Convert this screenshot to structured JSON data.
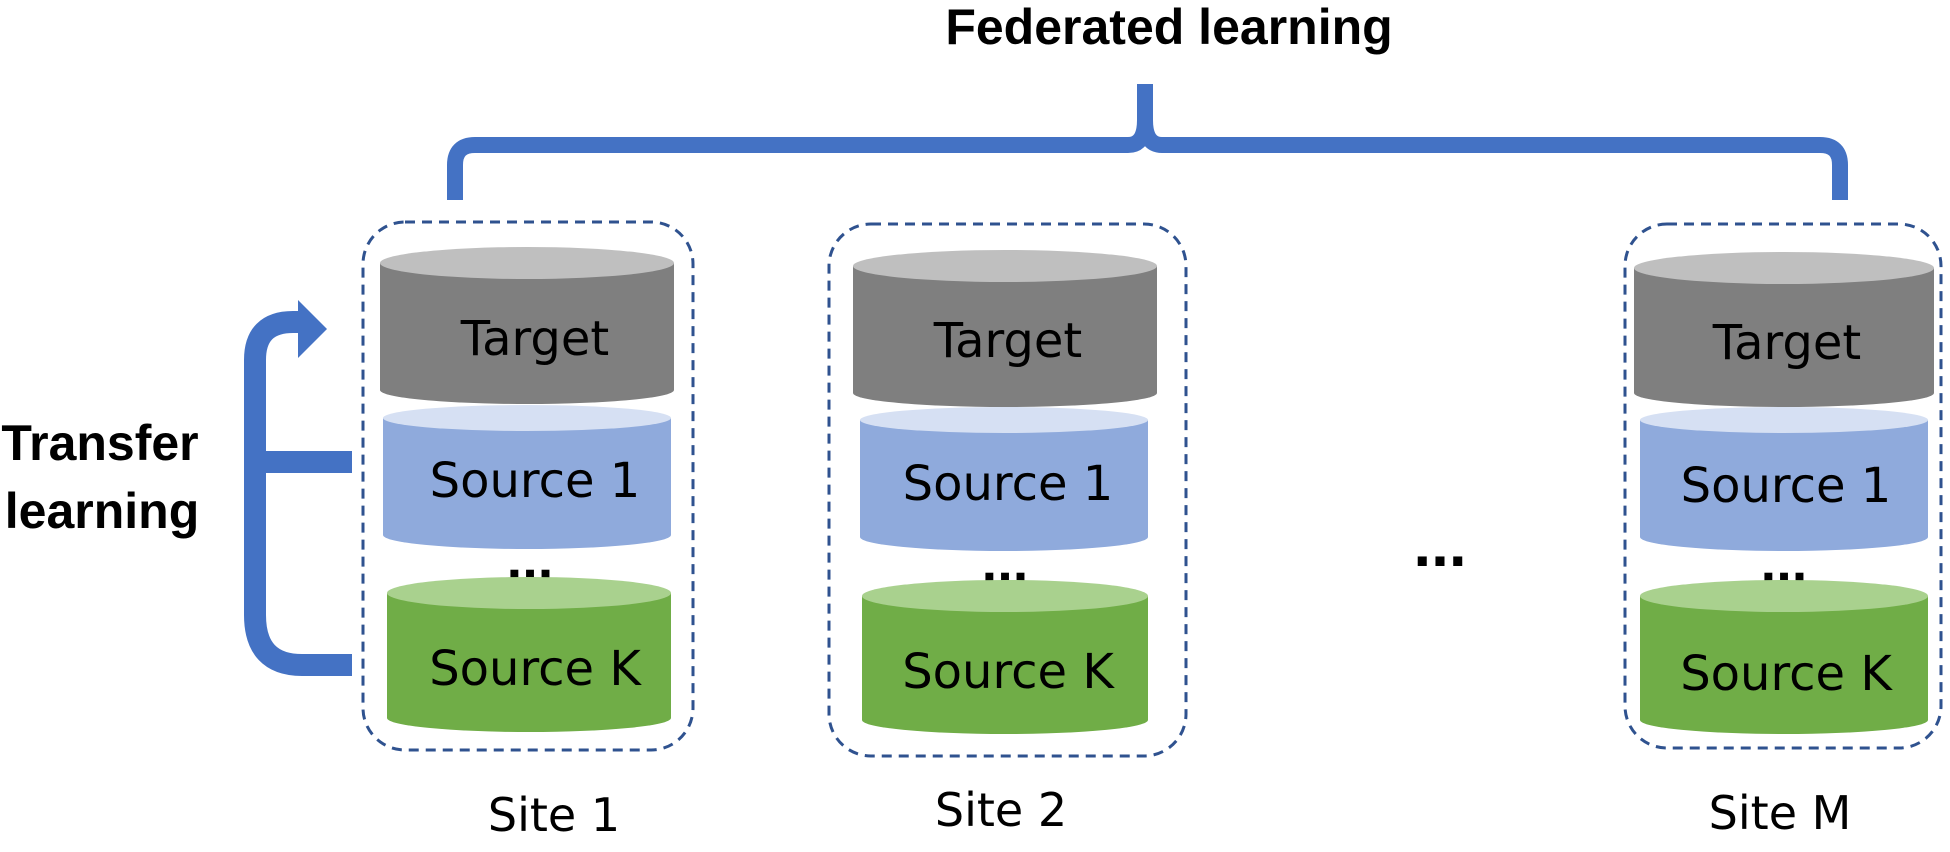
{
  "title": "Federated learning",
  "side_label": {
    "line1": "Transfer",
    "line2": "learning"
  },
  "ellipsis": "...",
  "colors": {
    "bracket_blue": "#4472c4",
    "site_border": "#2f528f",
    "target_side": "#7f7f7f",
    "target_top": "#bfbfbf",
    "source1_side": "#8faadc",
    "source1_top": "#d6e0f3",
    "sourcek_side": "#70ad47",
    "sourcek_top": "#a9d18e"
  },
  "sites": [
    {
      "name": "Site 1",
      "layers": [
        "Target",
        "Source 1",
        "Source K"
      ]
    },
    {
      "name": "Site 2",
      "layers": [
        "Target",
        "Source 1",
        "Source K"
      ]
    },
    {
      "name": "Site M",
      "layers": [
        "Target",
        "Source 1",
        "Source K"
      ]
    }
  ]
}
